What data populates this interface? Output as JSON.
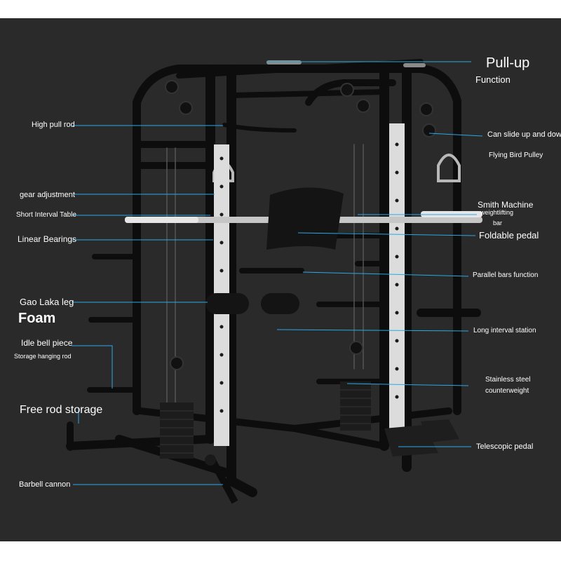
{
  "labels": {
    "pull_up": "Pull-up",
    "function": "Function",
    "high_pull_rod": "High pull rod",
    "slide_up_down": "Can slide up and down",
    "flying_bird_pulley": "Flying Bird Pulley",
    "gear_adjustment": "gear adjustment",
    "short_interval_table": "Short Interval Table",
    "smith_machine": "Smith Machine",
    "weightlifting": "weightlifting",
    "bar": "bar",
    "linear_bearings": "Linear Bearings",
    "foldable_pedal": "Foldable pedal",
    "parallel_bars_function": "Parallel bars function",
    "gao_laka_leg": "Gao Laka leg",
    "foam": "Foam",
    "long_interval_station": "Long interval station",
    "idle_bell_piece": "Idle bell piece",
    "storage_hanging_rod": "Storage hanging rod",
    "stainless_steel": "Stainless steel",
    "counterweight": "counterweight",
    "free_rod_storage": "Free rod storage",
    "telescopic_pedal": "Telescopic pedal",
    "barbell_cannon": "Barbell cannon"
  },
  "colors": {
    "background": "#2a2a2a",
    "frame": "#0d0d0d",
    "leader_line": "#2aa8e8",
    "label_text": "#ffffff"
  }
}
